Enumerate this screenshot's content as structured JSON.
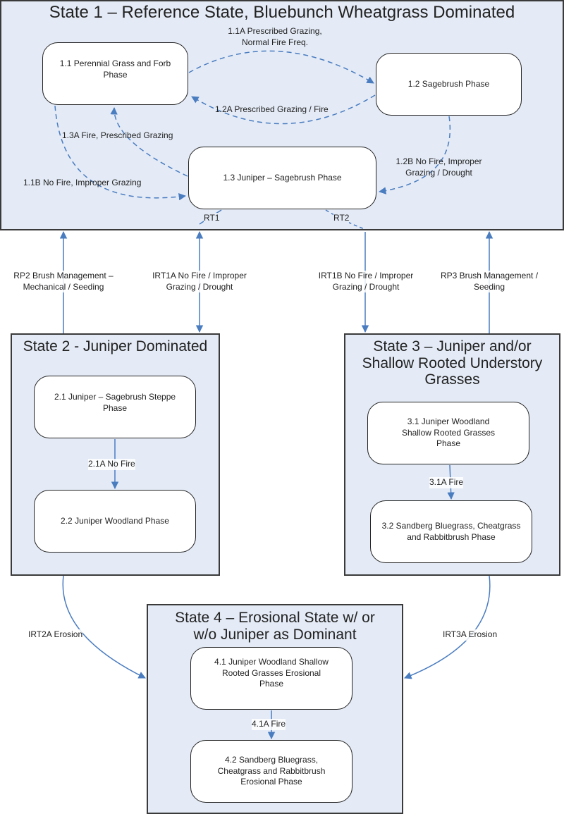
{
  "states": [
    {
      "id": "state-1",
      "title": "State 1 – Reference State, Bluebunch Wheatgrass Dominated"
    },
    {
      "id": "state-2",
      "title": "State 2 - Juniper Dominated"
    },
    {
      "id": "state-3",
      "title": "State 3 – Juniper and/or Shallow Rooted Understory Grasses"
    },
    {
      "id": "state-4",
      "title": "State 4 – Erosional State w/ or w/o Juniper as Dominant"
    }
  ],
  "phases": {
    "p1_1": "1.1 Perennial Grass and Forb Phase",
    "p1_2": "1.2  Sagebrush Phase",
    "p1_3": "1.3  Juniper – Sagebrush Phase",
    "p2_1": "2.1 Juniper – Sagebrush Steppe Phase",
    "p2_2": "2.2 Juniper Woodland Phase",
    "p3_1": "3.1 Juniper Woodland Shallow Rooted Grasses Phase",
    "p3_2": "3.2 Sandberg Bluegrass, Cheatgrass and Rabbitbrush Phase",
    "p4_1": "4.1 Juniper Woodland Shallow Rooted Grasses Erosional Phase",
    "p4_2": "4.2 Sandberg Bluegrass, Cheatgrass and Rabbitbrush Erosional Phase"
  },
  "transitions": {
    "t1_1A": "1.1A  Prescribed Grazing, Normal Fire Freq.",
    "t1_2A": "1.2A  Prescribed Grazing / Fire",
    "t1_3A": "1.3A  Fire, Prescribed Grazing",
    "t1_1B": "1.1B No Fire, Improper Grazing",
    "t1_2B": "1.2B  No Fire, Improper Grazing / Drought",
    "rt1": "RT1",
    "rt2": "RT2",
    "rp2": "RP2  Brush Management – Mechanical / Seeding",
    "irt1a": "IRT1A  No Fire / Improper Grazing / Drought",
    "irt1b": "IRT1B No Fire / Improper Grazing / Drought",
    "rp3": "RP3  Brush Management / Seeding",
    "t2_1A": "2.1A No Fire",
    "t3_1A": "3.1A Fire",
    "t4_1A": "4.1A Fire",
    "irt2a": "IRT2A Erosion",
    "irt3a": "IRT3A Erosion"
  },
  "colors": {
    "state_fill": "#e4ebf6",
    "arrow": "#4a7cc0",
    "border": "#3a3a3a"
  }
}
